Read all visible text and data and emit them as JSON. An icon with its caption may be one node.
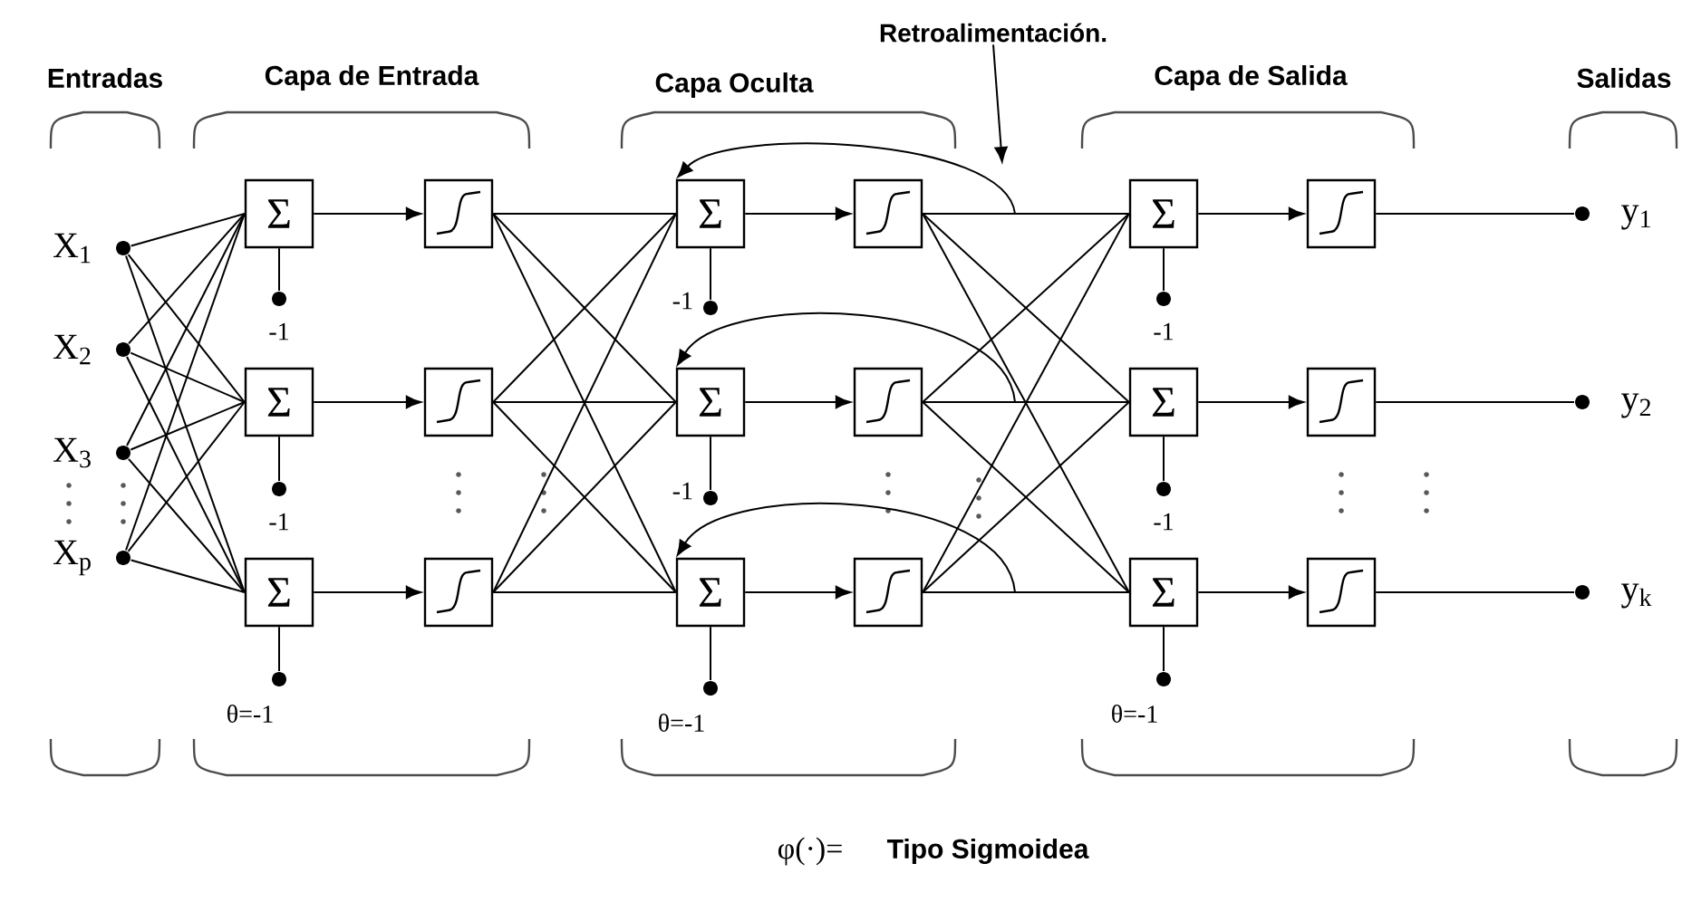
{
  "diagram": {
    "nodes": [
      {
        "text": [],
        "shape": "circle",
        "beside": [
          "X$_{1}$"
        ]
      },
      {
        "text": [],
        "shape": "circle",
        "beside": [
          "X$_{2}$"
        ]
      },
      {
        "text": [],
        "shape": "circle",
        "beside": [
          "X$_{3}$"
        ]
      },
      {
        "text": [],
        "shape": "circle",
        "beside": [
          "X$_{p}$"
        ]
      },
      {
        "text": [
          "Σ"
        ]
      },
      {
        "text": [
          "Σ"
        ]
      },
      {
        "text": [
          "Σ"
        ]
      },
      {
        "text": [],
        "shape": "box"
      },
      {
        "text": [],
        "shape": "box"
      },
      {
        "text": [],
        "shape": "box"
      },
      {
        "text": [],
        "shape": "circle",
        "beside": [
          "-1"
        ]
      },
      {
        "text": [],
        "shape": "circle",
        "beside": [
          "-1"
        ]
      },
      {
        "text": [],
        "shape": "circle",
        "beside": [
          "θ=-1"
        ]
      },
      {
        "text": [
          "Σ"
        ]
      },
      {
        "text": [
          "Σ"
        ]
      },
      {
        "text": [
          "Σ"
        ]
      },
      {
        "text": [],
        "shape": "box"
      },
      {
        "text": [],
        "shape": "box"
      },
      {
        "text": [],
        "shape": "box"
      },
      {
        "text": [],
        "shape": "circle",
        "beside": [
          "-1"
        ]
      },
      {
        "text": [],
        "shape": "circle",
        "beside": [
          "-1"
        ]
      },
      {
        "text": [],
        "shape": "circle",
        "beside": [
          "θ=-1"
        ]
      },
      {
        "text": [
          "Σ"
        ]
      },
      {
        "text": [
          "Σ"
        ]
      },
      {
        "text": [
          "Σ"
        ]
      },
      {
        "text": [],
        "shape": "box"
      },
      {
        "text": [],
        "shape": "box"
      },
      {
        "text": [],
        "shape": "box"
      },
      {
        "text": [],
        "shape": "circle",
        "beside": [
          "-1"
        ]
      },
      {
        "text": [],
        "shape": "circle",
        "beside": [
          "-1"
        ]
      },
      {
        "text": [],
        "shape": "circle",
        "beside": [
          "θ=-1"
        ]
      },
      {
        "text": [],
        "shape": "circle",
        "beside": [
          "y$_{1}$"
        ]
      },
      {
        "text": [],
        "shape": "circle",
        "beside": [
          "y$_{2}$"
        ]
      },
      {
        "text": [],
        "shape": "circle",
        "beside": [
          "y$_{k}$"
        ]
      },
      {
        "text": [
          "Retroalimentación."
        ]
      }
    ],
    "edges": [
      {
        "from": 0,
        "to": 4,
        "arrow": "none"
      },
      {
        "from": 0,
        "to": 5,
        "arrow": "none"
      },
      {
        "from": 0,
        "to": 6,
        "arrow": "none"
      },
      {
        "from": 1,
        "to": 4,
        "arrow": "none"
      },
      {
        "from": 1,
        "to": 5,
        "arrow": "none"
      },
      {
        "from": 1,
        "to": 6,
        "arrow": "none"
      },
      {
        "from": 2,
        "to": 4,
        "arrow": "none"
      },
      {
        "from": 2,
        "to": 5,
        "arrow": "none"
      },
      {
        "from": 2,
        "to": 6,
        "arrow": "none"
      },
      {
        "from": 3,
        "to": 4,
        "arrow": "none"
      },
      {
        "from": 3,
        "to": 5,
        "arrow": "none"
      },
      {
        "from": 3,
        "to": 6,
        "arrow": "none"
      },
      {
        "from": 4,
        "to": 7,
        "arrow": "to"
      },
      {
        "from": 5,
        "to": 8,
        "arrow": "to"
      },
      {
        "from": 6,
        "to": 9,
        "arrow": "to"
      },
      {
        "from": 4,
        "to": 10,
        "arrow": "none"
      },
      {
        "from": 5,
        "to": 11,
        "arrow": "none"
      },
      {
        "from": 6,
        "to": 12,
        "arrow": "none"
      },
      {
        "from": 7,
        "to": 13,
        "arrow": "none"
      },
      {
        "from": 7,
        "to": 14,
        "arrow": "none"
      },
      {
        "from": 7,
        "to": 15,
        "arrow": "none"
      },
      {
        "from": 8,
        "to": 13,
        "arrow": "none"
      },
      {
        "from": 8,
        "to": 14,
        "arrow": "none"
      },
      {
        "from": 8,
        "to": 15,
        "arrow": "none"
      },
      {
        "from": 9,
        "to": 13,
        "arrow": "none"
      },
      {
        "from": 9,
        "to": 14,
        "arrow": "none"
      },
      {
        "from": 9,
        "to": 15,
        "arrow": "none"
      },
      {
        "from": 13,
        "to": 16,
        "arrow": "to"
      },
      {
        "from": 14,
        "to": 17,
        "arrow": "to"
      },
      {
        "from": 15,
        "to": 18,
        "arrow": "to"
      },
      {
        "from": 13,
        "to": 19,
        "arrow": "none"
      },
      {
        "from": 14,
        "to": 20,
        "arrow": "none"
      },
      {
        "from": 15,
        "to": 21,
        "arrow": "none"
      },
      {
        "from": 16,
        "to": 13,
        "arrow": "to"
      },
      {
        "from": 17,
        "to": 14,
        "arrow": "to"
      },
      {
        "from": 18,
        "to": 15,
        "arrow": "to"
      },
      {
        "from": 16,
        "to": 22,
        "arrow": "none"
      },
      {
        "from": 16,
        "to": 23,
        "arrow": "none"
      },
      {
        "from": 16,
        "to": 24,
        "arrow": "none"
      },
      {
        "from": 17,
        "to": 22,
        "arrow": "none"
      },
      {
        "from": 17,
        "to": 23,
        "arrow": "none"
      },
      {
        "from": 17,
        "to": 24,
        "arrow": "none"
      },
      {
        "from": 18,
        "to": 22,
        "arrow": "none"
      },
      {
        "from": 18,
        "to": 23,
        "arrow": "none"
      },
      {
        "from": 18,
        "to": 24,
        "arrow": "none"
      },
      {
        "from": 22,
        "to": 25,
        "arrow": "to"
      },
      {
        "from": 23,
        "to": 26,
        "arrow": "to"
      },
      {
        "from": 24,
        "to": 27,
        "arrow": "to"
      },
      {
        "from": 22,
        "to": 28,
        "arrow": "none"
      },
      {
        "from": 23,
        "to": 29,
        "arrow": "none"
      },
      {
        "from": 24,
        "to": 30,
        "arrow": "none"
      },
      {
        "from": 25,
        "to": 31,
        "arrow": "none"
      },
      {
        "from": 26,
        "to": 32,
        "arrow": "none"
      },
      {
        "from": 27,
        "to": 33,
        "arrow": "none"
      },
      {
        "from": 34,
        "to": null,
        "arrow": "to"
      }
    ],
    "labels": [
      "Entradas",
      "Capa de Entrada",
      "Capa Oculta",
      "Capa de Salida",
      "Salidas",
      "φ(·)=",
      "Tipo Sigmoidea"
    ]
  }
}
